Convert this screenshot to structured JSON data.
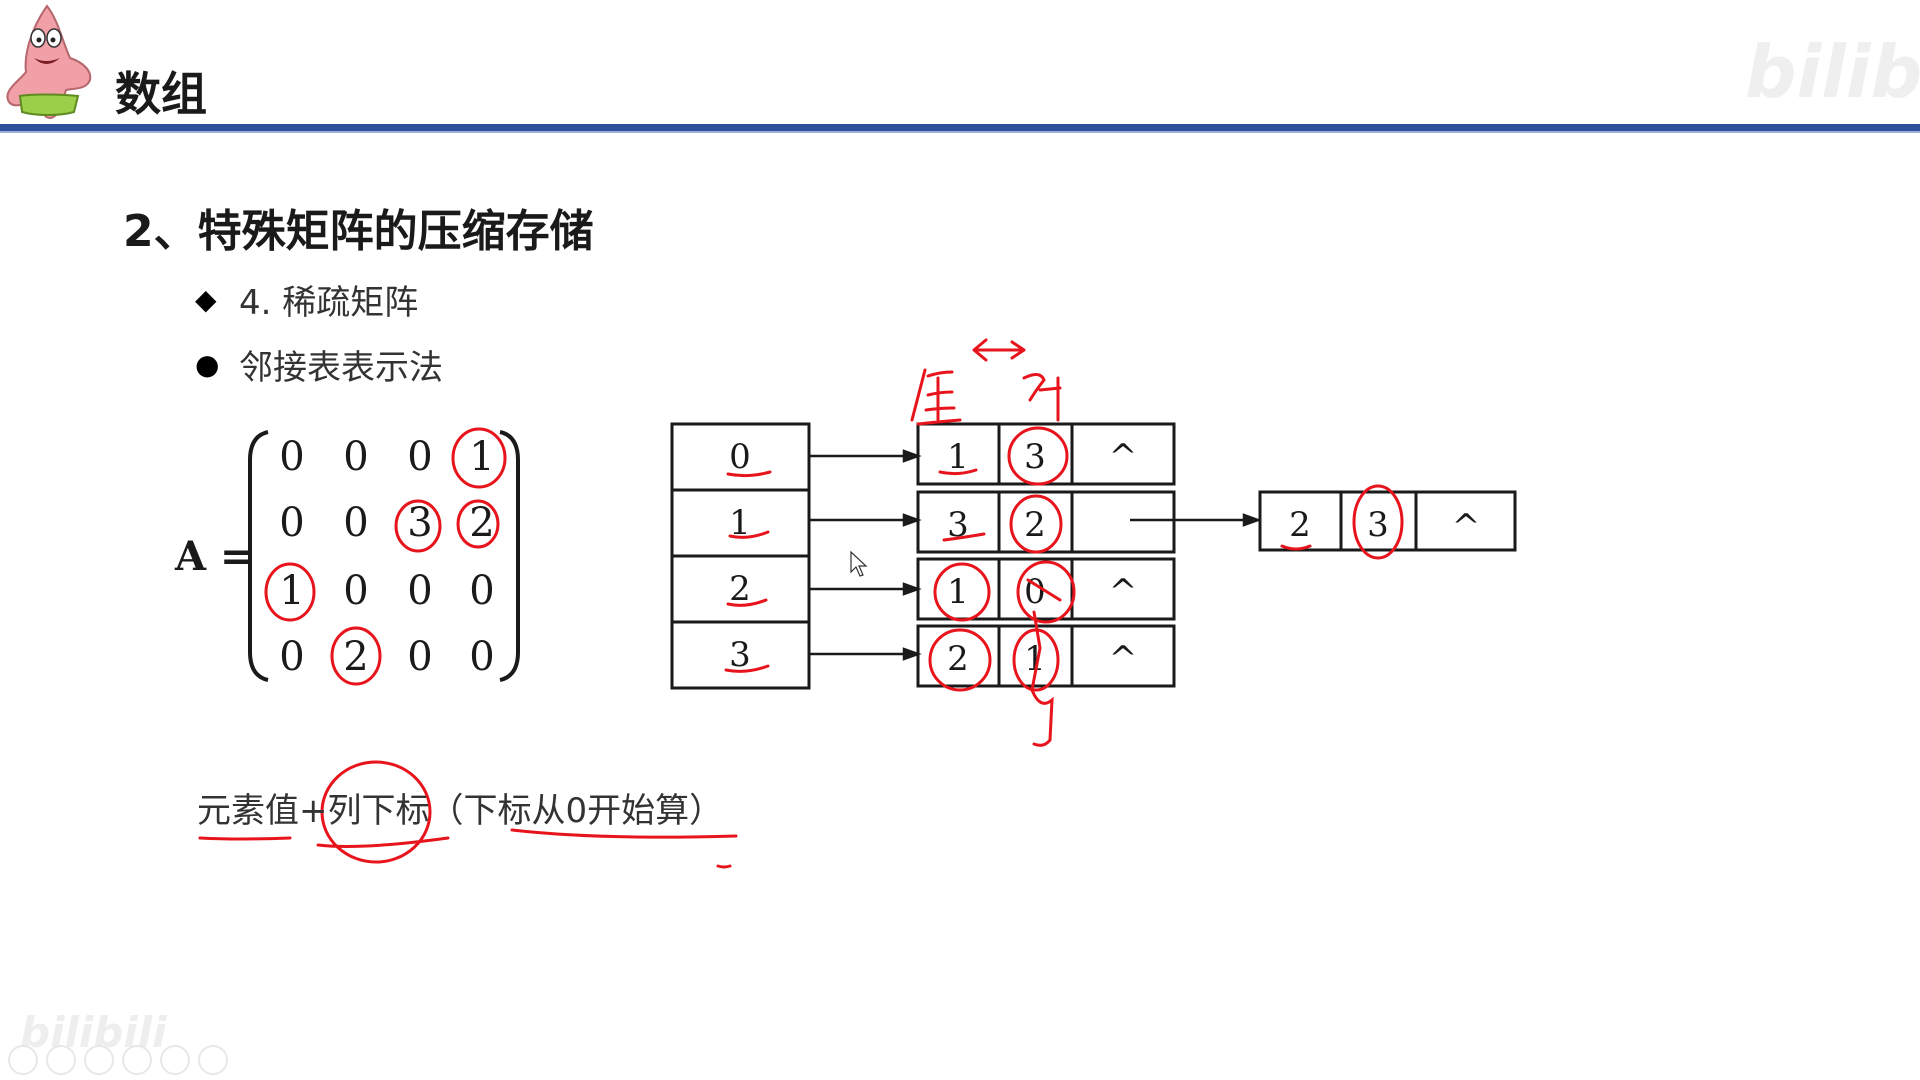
{
  "header": {
    "title": "数组",
    "watermark_logo": "bilibili"
  },
  "section": {
    "heading": "2、特殊矩阵的压缩存储",
    "bullets": [
      {
        "marker": "◆",
        "text": "4. 稀疏矩阵"
      },
      {
        "marker": "●",
        "text": "邻接表表示法"
      }
    ]
  },
  "matrix": {
    "name": "A =",
    "rows": [
      [
        "0",
        "0",
        "0",
        "1"
      ],
      [
        "0",
        "0",
        "3",
        "2"
      ],
      [
        "1",
        "0",
        "0",
        "0"
      ],
      [
        "0",
        "2",
        "0",
        "0"
      ]
    ]
  },
  "list": {
    "heads": [
      "0",
      "1",
      "2",
      "3"
    ],
    "nodes": [
      {
        "value": "1",
        "col": "3",
        "next": "^"
      },
      {
        "value": "3",
        "col": "2",
        "next": ""
      },
      {
        "value": "1",
        "col": "0",
        "next": "^"
      },
      {
        "value": "2",
        "col": "1",
        "next": "^"
      }
    ],
    "extra_node": {
      "value": "2",
      "col": "3",
      "next": "^"
    }
  },
  "annotations": {
    "value_label": "值",
    "col_label": "列"
  },
  "formula": "元素值+列下标（下标从0开始算）",
  "colors": {
    "accent_bar": "#2f4f9a",
    "annotation": "#e8141c",
    "ink": "#1a1a1a"
  }
}
